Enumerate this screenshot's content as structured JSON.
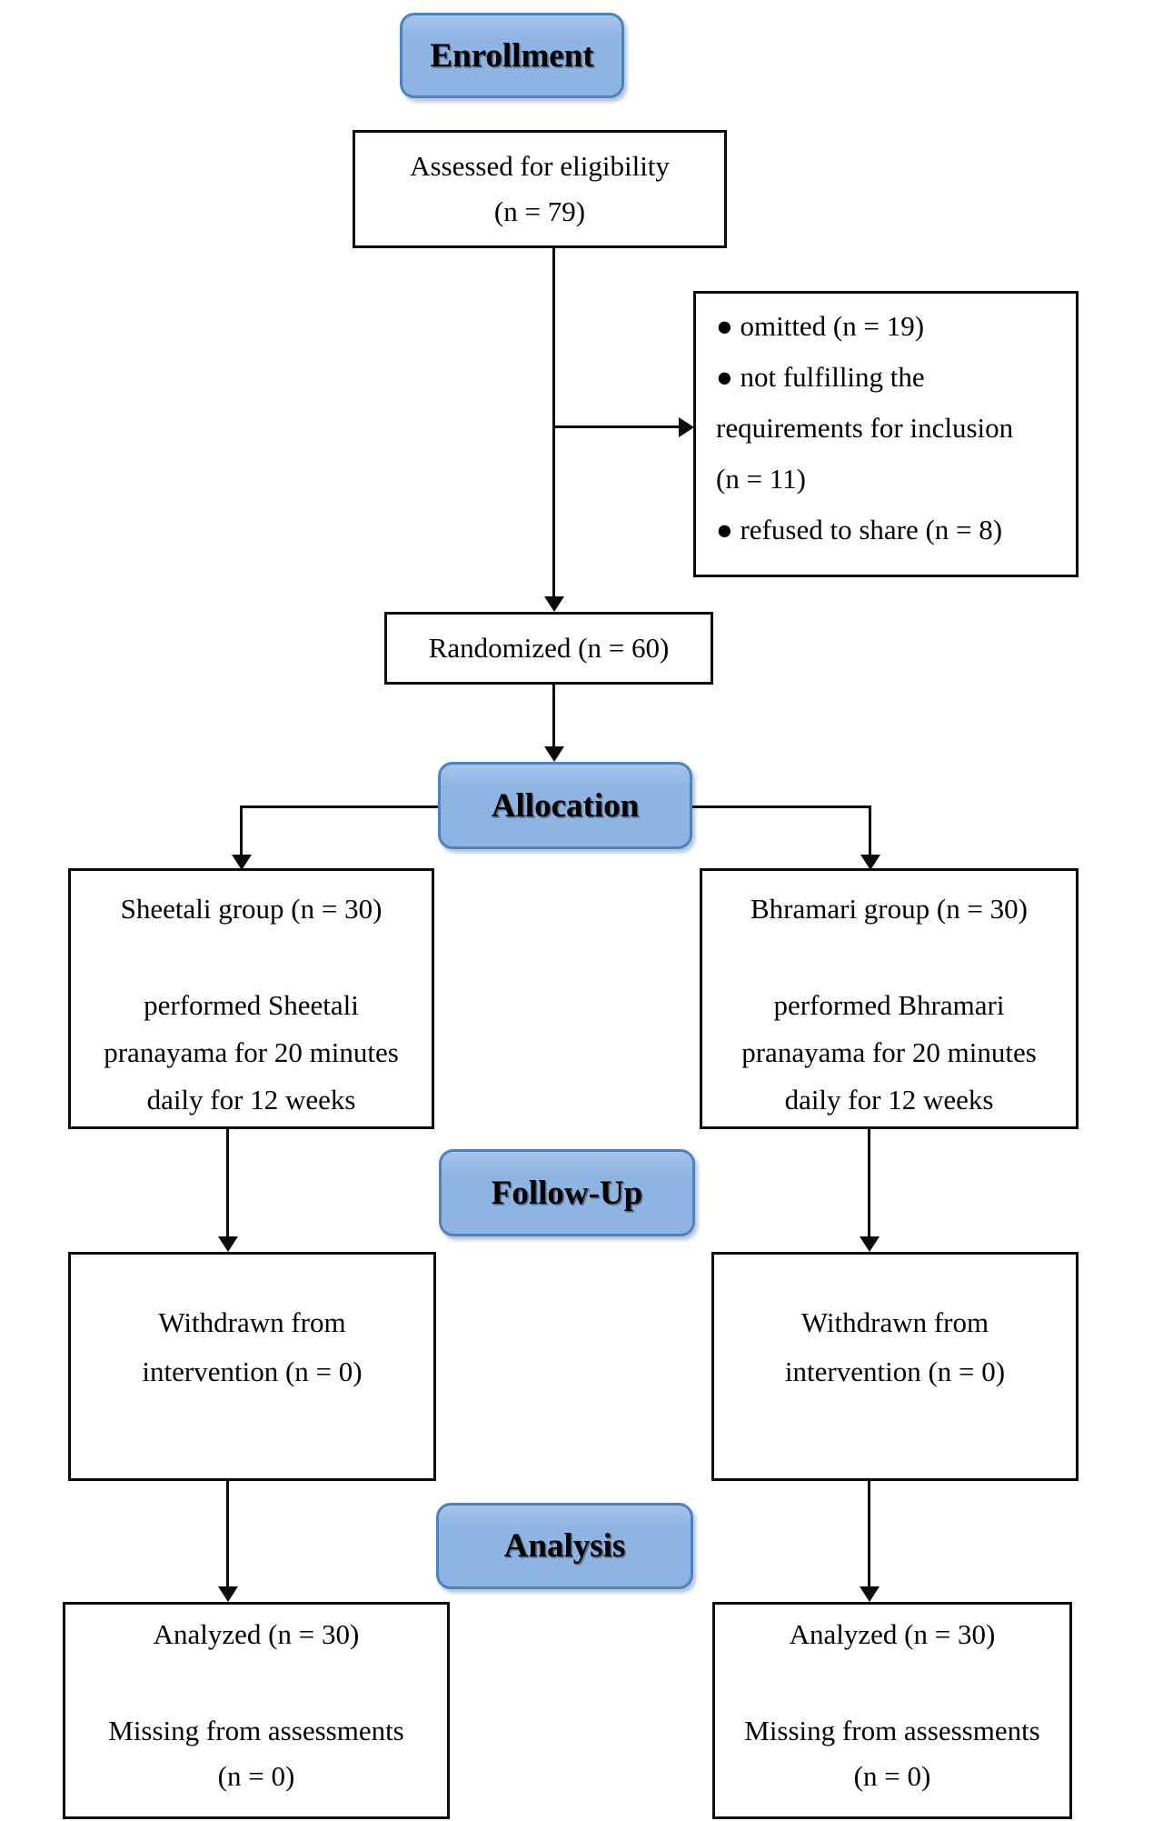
{
  "diagram": {
    "stage_labels": {
      "enrollment": "Enrollment",
      "allocation": "Allocation",
      "followup": "Follow-Up",
      "analysis": "Analysis"
    },
    "assessed": {
      "line1": "Assessed for eligibility",
      "line2": "(n = 79)"
    },
    "excluded": {
      "line1": "● omitted (n = 19)",
      "line2": "● not fulfilling the",
      "line3": "requirements for inclusion",
      "line4": "(n = 11)",
      "line5": "● refused to share (n = 8)"
    },
    "randomized": {
      "label": "Randomized (n = 60)"
    },
    "group_left": {
      "title": "Sheetali group (n = 30)",
      "line1": "performed Sheetali",
      "line2": "pranayama for 20 minutes",
      "line3": "daily for 12 weeks"
    },
    "group_right": {
      "title": "Bhramari group (n = 30)",
      "line1": "performed Bhramari",
      "line2": "pranayama for 20 minutes",
      "line3": "daily for 12 weeks"
    },
    "withdrawn_left": {
      "line1": "Withdrawn from",
      "line2": "intervention (n = 0)"
    },
    "withdrawn_right": {
      "line1": "Withdrawn from",
      "line2": "intervention (n = 0)"
    },
    "analyzed_left": {
      "line1": "Analyzed (n = 30)",
      "line2": "Missing from assessments",
      "line3": "(n = 0)"
    },
    "analyzed_right": {
      "line1": "Analyzed (n = 30)",
      "line2": "Missing from assessments",
      "line3": "(n = 0)"
    },
    "colors": {
      "stage_fill": "#8db4e2",
      "stage_border": "#4f81bd",
      "box_border": "#000000",
      "line": "#000000"
    }
  }
}
